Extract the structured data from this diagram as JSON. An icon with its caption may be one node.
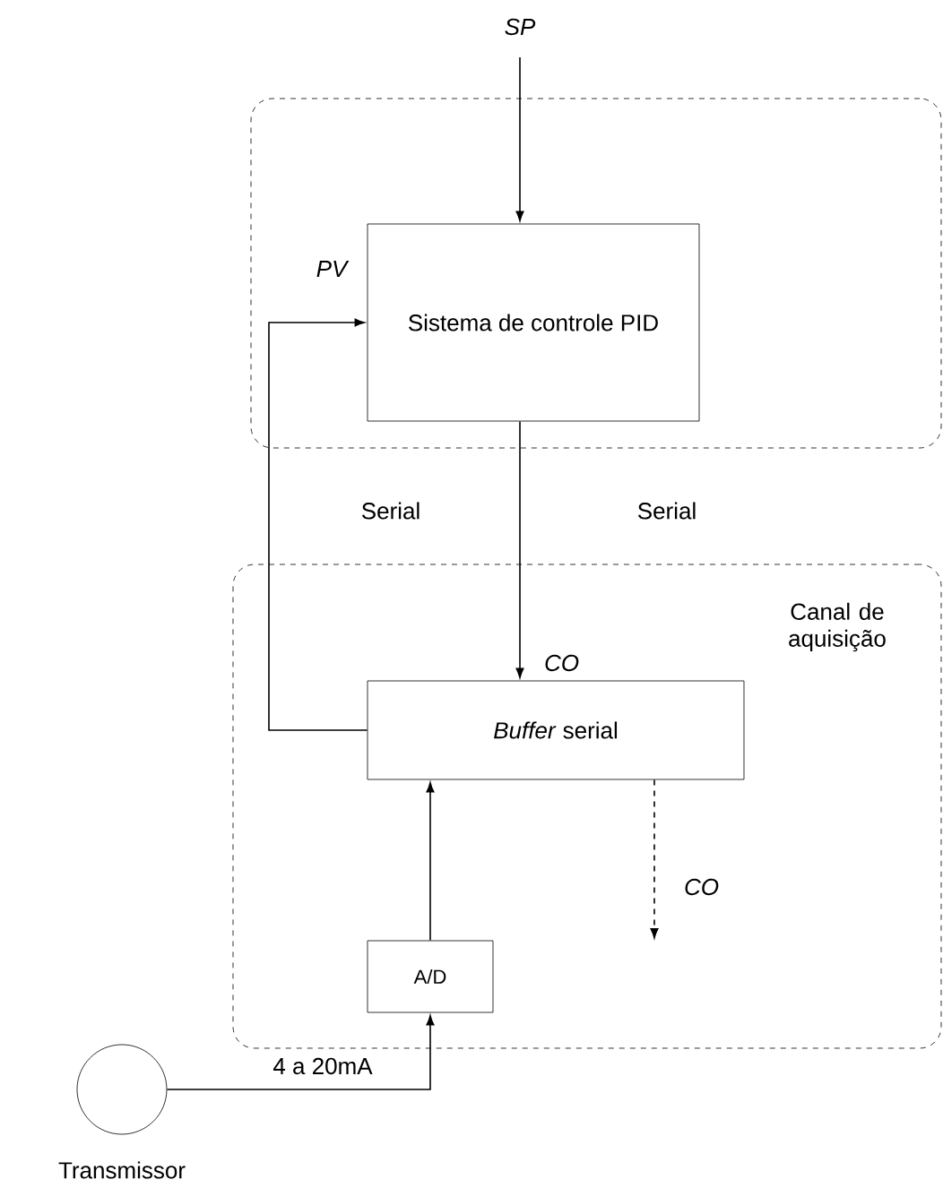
{
  "diagram": {
    "nodes": [
      {
        "text": [],
        "shape": "box"
      },
      {
        "text": [
          "Sistema de controle PID"
        ],
        "in": 0
      },
      {
        "text": [
          "Canal de aquisição"
        ]
      },
      {
        "text": [
          "*Buffer* serial"
        ],
        "in": 2
      },
      {
        "text": [
          "A/D"
        ],
        "in": 2
      },
      {
        "text": [],
        "shape": "circle",
        "beside": [
          "Transmissor"
        ]
      }
    ],
    "edges": [
      {
        "from": null,
        "to": 1,
        "arrow": "to",
        "label": "SP"
      },
      {
        "from": 1,
        "to": 3,
        "arrow": "to",
        "label": "CO"
      },
      {
        "from": 3,
        "to": 1,
        "arrow": "to",
        "label": "PV"
      },
      {
        "from": 4,
        "to": 3,
        "arrow": "to"
      },
      {
        "from": 5,
        "to": 4,
        "arrow": "to",
        "label": "4 a 20mA"
      },
      {
        "from": 3,
        "to": null,
        "arrow": "to",
        "label": "CO",
        "style": "dashed"
      }
    ],
    "labels": [
      "Serial",
      "Serial"
    ]
  }
}
